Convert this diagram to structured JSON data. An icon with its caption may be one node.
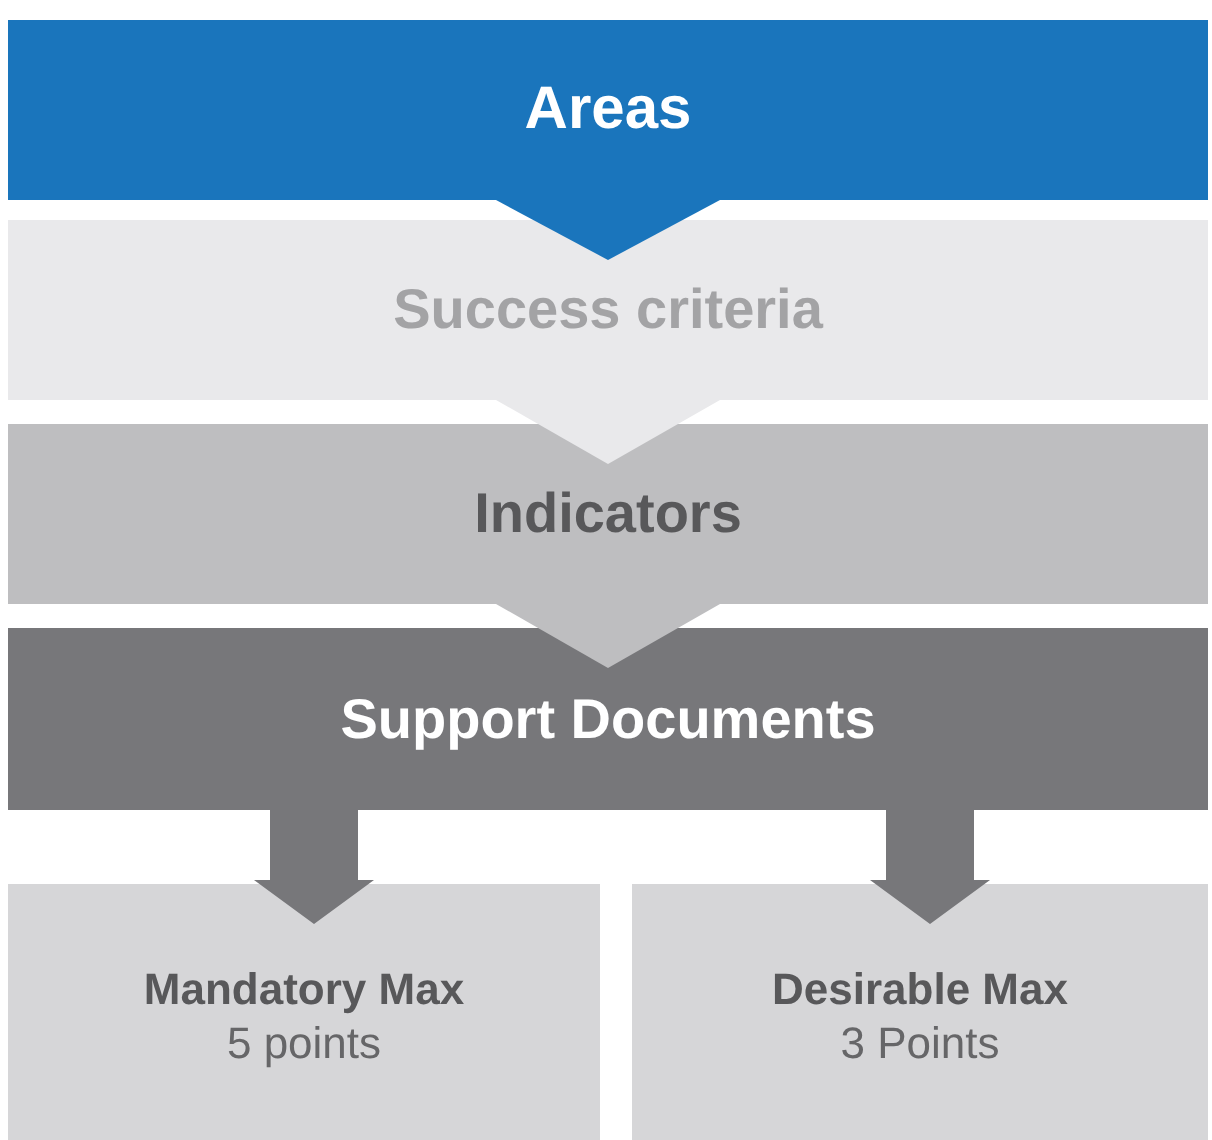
{
  "diagram": {
    "nodes": [
      {
        "text": [
          "Areas"
        ]
      },
      {
        "text": [
          "Success criteria"
        ]
      },
      {
        "text": [
          "Indicators"
        ]
      },
      {
        "text": [
          "Support Documents"
        ]
      },
      {
        "text": [
          "Mandatory Max",
          "5 points"
        ]
      },
      {
        "text": [
          "Desirable Max",
          "3 Points"
        ]
      }
    ],
    "edges": [
      {
        "from": 0,
        "to": 1,
        "arrow": "to",
        "color": "#1a75bc"
      },
      {
        "from": 1,
        "to": 2,
        "arrow": "to",
        "color": "#e9e9eb"
      },
      {
        "from": 2,
        "to": 3,
        "arrow": "to",
        "color": "#bebec0"
      },
      {
        "from": 3,
        "to": 4,
        "arrow": "to"
      },
      {
        "from": 3,
        "to": 5,
        "arrow": "to"
      }
    ]
  }
}
